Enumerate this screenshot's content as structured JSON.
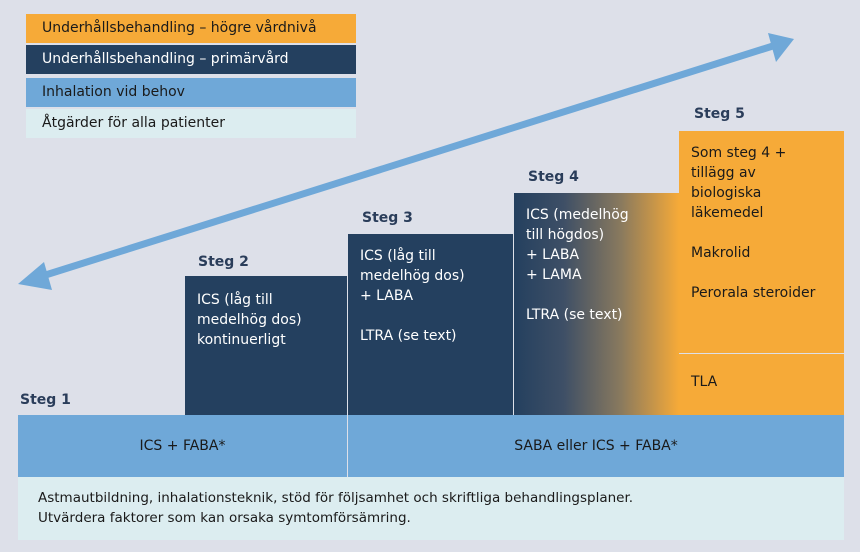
{
  "legend": [
    "Underhållsbehandling – högre vårdnivå",
    "Underhållsbehandling – primärvård",
    "Inhalation vid behov",
    "Åtgärder för alla patienter"
  ],
  "steps": [
    {
      "label": "Steg 1"
    },
    {
      "label": "Steg 2",
      "text": "ICS (låg till\nmedelhög dos)\nkontinuerligt"
    },
    {
      "label": "Steg 3",
      "text": "ICS (låg till\nmedelhög dos)\n+ LABA\n\nLTRA (se text)"
    },
    {
      "label": "Steg 4",
      "text": "ICS (medelhög\ntill högdos)\n+ LABA\n+ LAMA\n\nLTRA (se text)"
    },
    {
      "label": "Steg 5",
      "text": "Som steg 4 +\ntillägg av\nbiologiska\nläkemedel\n\nMakrolid\n\nPerorala steroider",
      "text2": "TLA"
    }
  ],
  "as_needed": [
    "ICS + FABA*",
    "SABA eller ICS + FABA*"
  ],
  "all_patients": "Astmautbildning, inhalationsteknik, stöd för följsamhet och skriftliga behandlingsplaner.\nUtvärdera faktorer som kan orsaka symtomförsämring.",
  "colors": {
    "orange": "#f6aa38",
    "dark": "#24405f",
    "blue": "#6fa8d8",
    "light": "#dcedf0"
  }
}
